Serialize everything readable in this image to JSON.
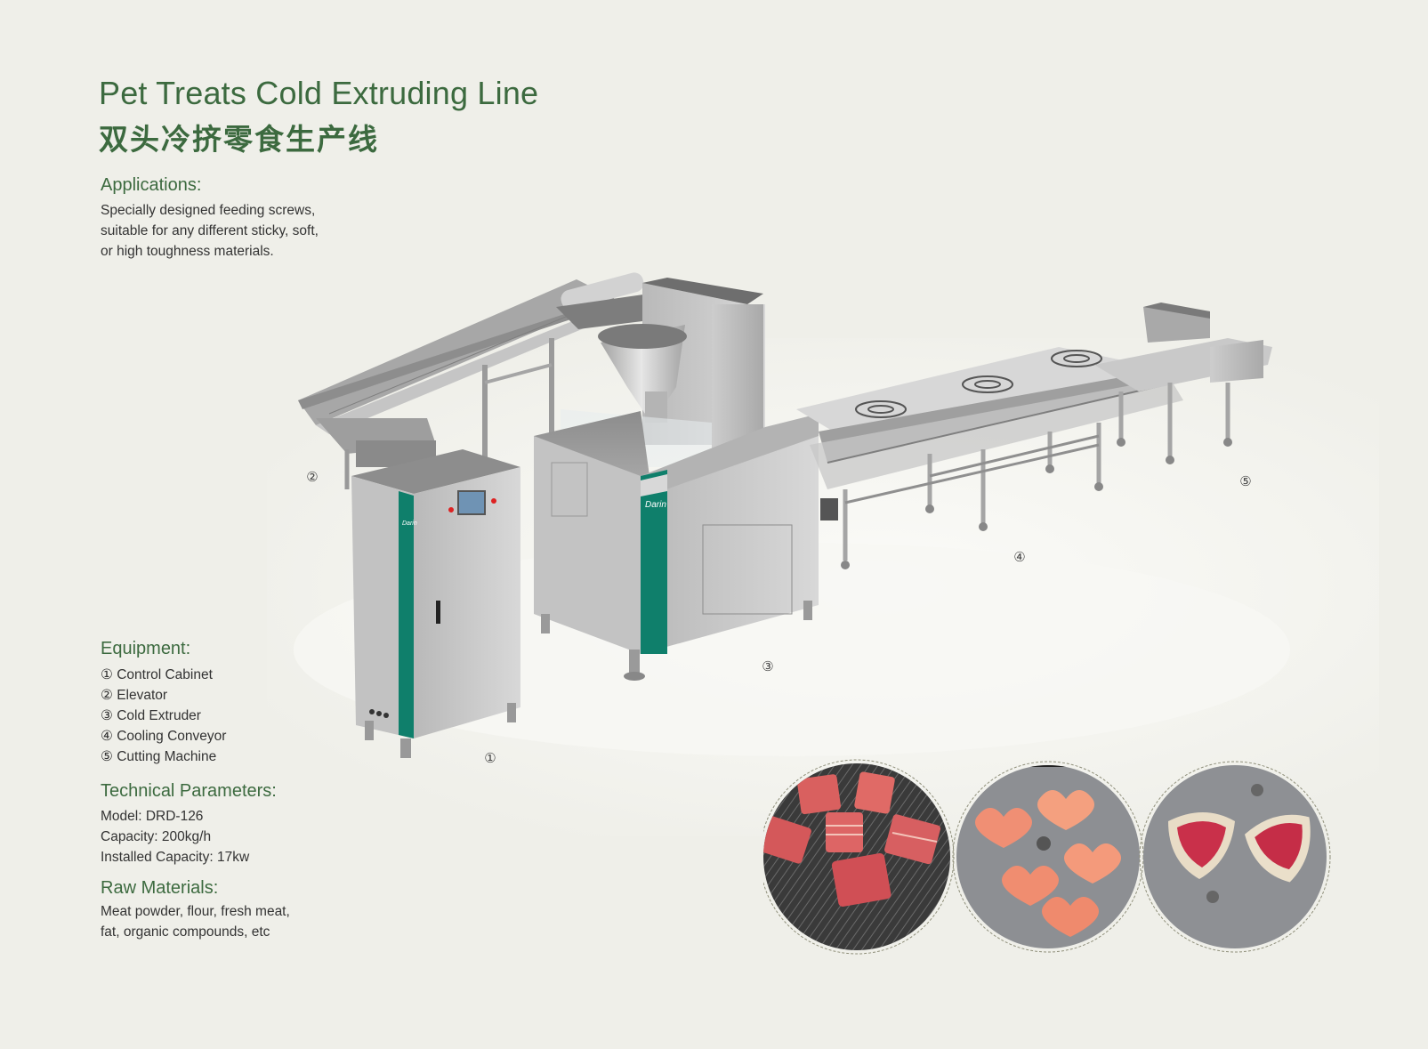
{
  "title_en": "Pet Treats Cold Extruding Line",
  "title_cn": "双头冷挤零食生产线",
  "applications": {
    "heading": "Applications:",
    "lines": [
      "Specially designed feeding screws,",
      "suitable for any different sticky, soft,",
      "or high toughness materials."
    ]
  },
  "equipment": {
    "heading": "Equipment:",
    "items": [
      "① Control Cabinet",
      "② Elevator",
      "③ Cold Extruder",
      "④ Cooling Conveyor",
      "⑤ Cutting Machine"
    ]
  },
  "technical": {
    "heading": "Technical Parameters:",
    "lines": [
      "Model: DRD-126",
      "Capacity: 200kg/h",
      "Installed Capacity: 17kw"
    ]
  },
  "raw": {
    "heading": "Raw Materials:",
    "lines": [
      "Meat powder, flour, fresh meat,",
      "fat, organic compounds, etc"
    ]
  },
  "markers": [
    "①",
    "②",
    "③",
    "④",
    "⑤"
  ],
  "brand": "Darin",
  "colors": {
    "heading_green": "#3c6a3f",
    "machine_teal": "#0f7f6b",
    "steel": "#c9c9c9",
    "treat_red": "#d9605f"
  }
}
